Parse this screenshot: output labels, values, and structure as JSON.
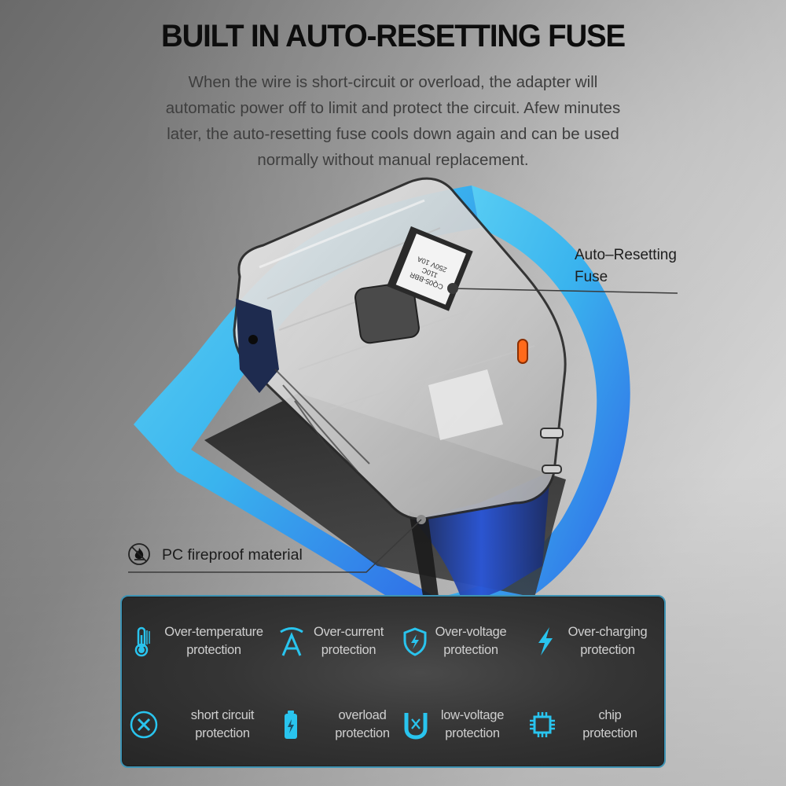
{
  "header": {
    "title": "BUILT IN AUTO-RESETTING FUSE",
    "description_lines": [
      "When the wire is short-circuit or overload, the adapter will",
      "automatic power off to limit and protect the circuit. Afew minutes",
      "later, the auto-resetting fuse cools down again and can be used",
      "normally without manual replacement."
    ]
  },
  "product": {
    "fuse_marking_lines": [
      "CQ05-BBR",
      "110C",
      "250V 10A"
    ],
    "callouts": {
      "fuse": {
        "line1": "Auto–Resetting",
        "line2": "Fuse"
      },
      "material": {
        "label": "PC fireproof material",
        "icon": "no-fire-icon"
      }
    }
  },
  "features_panel": {
    "accent_color": "#29c4ee",
    "border_color": "#3f93b3",
    "items": [
      {
        "icon": "thermometer-icon",
        "line1": "Over-temperature",
        "line2": "protection"
      },
      {
        "icon": "ampere-icon",
        "line1": "Over-current",
        "line2": "protection"
      },
      {
        "icon": "shield-bolt-icon",
        "line1": "Over-voltage",
        "line2": "protection"
      },
      {
        "icon": "lightning-icon",
        "line1": "Over-charging",
        "line2": "protection"
      },
      {
        "icon": "circle-x-icon",
        "line1": "short circuit",
        "line2": "protection"
      },
      {
        "icon": "battery-bolt-icon",
        "line1": "overload",
        "line2": "protection"
      },
      {
        "icon": "magnet-x-icon",
        "line1": "low-voltage",
        "line2": "protection"
      },
      {
        "icon": "chip-icon",
        "line1": "chip",
        "line2": "protection"
      }
    ]
  },
  "colors": {
    "shield_cyan": "#45c6f2",
    "shield_blue": "#2f66e6",
    "usb_c_orange": "#ff6a1a"
  }
}
